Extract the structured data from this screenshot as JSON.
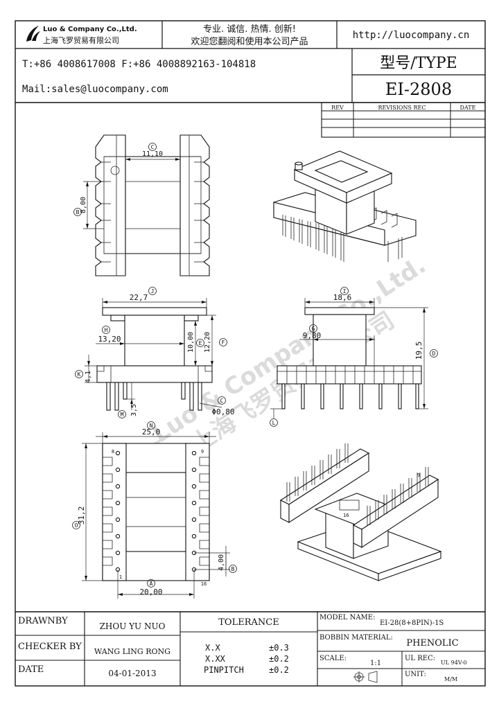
{
  "header": {
    "company_en": "Luo & Company Co.,Ltd.",
    "company_cn": "上海飞罗贸易有限公司",
    "slogan_1": "专业. 诚信. 热情. 创新!",
    "slogan_2": "欢迎您翻阅和使用本公司产品",
    "website": "http://luocompany.cn",
    "phone": "T:+86 4008617008 F:+86 4008892163-104818",
    "mail": "Mail:sales@luocompany.com",
    "type_label": "型号/TYPE",
    "type_value": "EI-2808"
  },
  "revisions": {
    "col_rev": "REV",
    "col_rec": "REVISIONS REC",
    "col_date": "DATE"
  },
  "dimensions": {
    "top_c": "C",
    "top_width": "11,10",
    "top_b": "B",
    "top_height": "8,00",
    "front_j": "J",
    "front_width": "22,7",
    "front_h": "H",
    "front_inner": "13,20",
    "front_e": "E",
    "front_mid": "10,00",
    "front_f": "F",
    "front_total": "12,20",
    "front_k": "K",
    "front_flange": "4,1",
    "front_m": "M",
    "front_pin": "3,5",
    "front_c2": "C",
    "front_pin_dia": "Φ0,80",
    "side_i": "I",
    "side_width": "18,6",
    "side_g": "G",
    "side_inner": "9,80",
    "side_d": "D",
    "side_height": "19,5",
    "side_l": "L",
    "bottom_n": "N",
    "bottom_width": "25,0",
    "bottom_o": "O",
    "bottom_height": "31,2",
    "bottom_b": "B",
    "bottom_pitch": "4,00",
    "bottom_a": "A",
    "bottom_inner": "20,00",
    "pin_8": "8",
    "pin_9": "9",
    "pin_1": "1",
    "pin_16": "16",
    "pin_9_iso": "9",
    "pin_16_iso": "16"
  },
  "watermark": {
    "en": "Luo & Company Co.,Ltd.",
    "cn": "上海飞罗贸易有限公司"
  },
  "footer": {
    "drawn_by_label": "DRAWNBY",
    "drawn_by_value": "ZHOU YU NUO",
    "checker_label": "CHECKER BY",
    "checker_value": "WANG LING RONG",
    "date_label": "DATE",
    "date_value": "04-01-2013",
    "tolerance_label": "TOLERANCE",
    "tol_xx_label": "X.X",
    "tol_xx_value": "±0.3",
    "tol_xxx_label": "X.XX",
    "tol_xxx_value": "±0.2",
    "tol_pin_label": "PINPITCH",
    "tol_pin_value": "±0.2",
    "model_label": "MODEL NAME:",
    "model_value": "EI-28(8+8PIN)-1S",
    "material_label": "BOBBIN MATERIAL:",
    "material_value": "PHENOLIC",
    "scale_label": "SCALE:",
    "scale_value": "1:1",
    "ul_label": "UL REC:",
    "ul_value": "UL 94V-0",
    "unit_label": "UNIT:",
    "unit_value": "M/M"
  }
}
